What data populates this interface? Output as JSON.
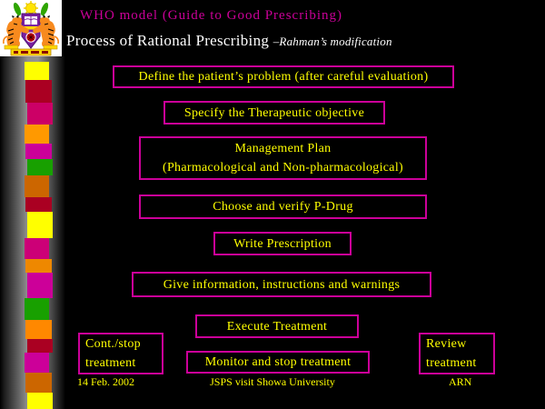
{
  "header": {
    "title": "WHO model (Guide to Good Prescribing)",
    "subtitle": "Process of Rational Prescribing ",
    "subtitle_note": "–Rahman’s modification"
  },
  "flow_steps": [
    {
      "label": "Define the patient’s problem (after careful evaluation)"
    },
    {
      "label": "Specify the Therapeutic objective"
    },
    {
      "label": "Management Plan\n(Pharmacological and Non-pharmacological)"
    },
    {
      "label": "Choose and verify P-Drug"
    },
    {
      "label": "Write Prescription"
    },
    {
      "label": "Give information, instructions and warnings"
    },
    {
      "label": "Execute Treatment"
    }
  ],
  "bottom_row": {
    "left": "Cont./stop\ntreatment",
    "center": "Monitor and stop treatment",
    "right": "Review\ntreatment"
  },
  "footer": {
    "date": "14 Feb. 2002",
    "venue": "JSPS visit Showa University",
    "initials": "ARN"
  },
  "icons": {
    "logo": "university-crest"
  },
  "colors": {
    "background": "#000000",
    "accent_magenta": "#CC0099",
    "text_yellow": "#FFFF00",
    "title_white": "#FFFFFF"
  },
  "ribbon": {
    "blocks": [
      {
        "color": "#FFFF00",
        "height": 20
      },
      {
        "color": "#AA0022",
        "height": 25
      },
      {
        "color": "#CC0066",
        "height": 24
      },
      {
        "color": "#FF9900",
        "height": 21
      },
      {
        "color": "#CC0099",
        "height": 17
      },
      {
        "color": "#18A000",
        "height": 18
      },
      {
        "color": "#CC6600",
        "height": 24
      },
      {
        "color": "#AA0022",
        "height": 16
      },
      {
        "color": "#FFFF00",
        "height": 29
      },
      {
        "color": "#CC0077",
        "height": 23
      },
      {
        "color": "#EE8800",
        "height": 15
      },
      {
        "color": "#CC0099",
        "height": 28
      },
      {
        "color": "#18A000",
        "height": 24
      },
      {
        "color": "#FF8800",
        "height": 21
      },
      {
        "color": "#AA0022",
        "height": 15
      },
      {
        "color": "#CC0099",
        "height": 22
      },
      {
        "color": "#CC6600",
        "height": 22
      },
      {
        "color": "#FFFF00",
        "height": 18
      }
    ]
  }
}
